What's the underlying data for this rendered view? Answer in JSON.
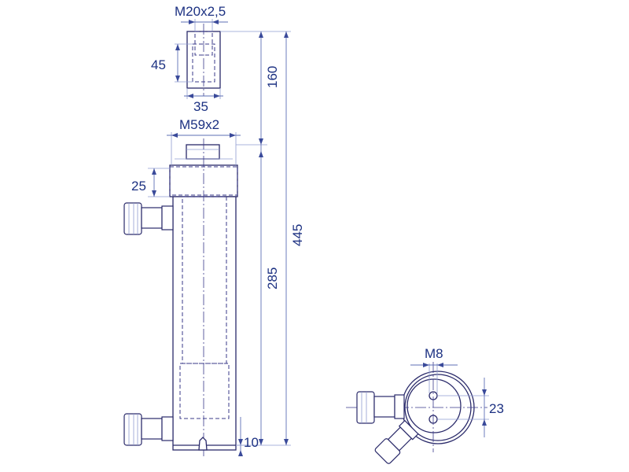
{
  "drawing": {
    "dimensions": {
      "thread_top": "M20x2,5",
      "height_45": "45",
      "width_35": "35",
      "stroke_160": "160",
      "thread_body": "M59x2",
      "height_25": "25",
      "total_445": "445",
      "body_285": "285",
      "base_10": "10",
      "port_m8": "M8",
      "offset_23": "23"
    },
    "colors": {
      "outline": "#2a2a6a",
      "dimension": "#5e6fb5",
      "text": "#1c3182"
    }
  }
}
